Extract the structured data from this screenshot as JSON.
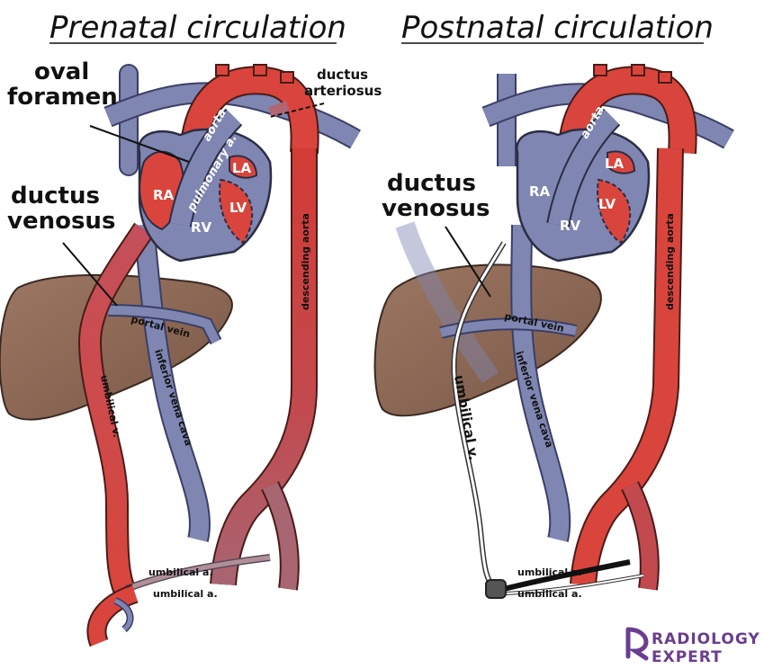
{
  "titles": {
    "prenatal": "Prenatal circulation",
    "postnatal": "Postnatal circulation"
  },
  "prenatal_labels": {
    "oval_foramen_1": "oval",
    "oval_foramen_2": "foramen",
    "ductus_arteriosus_1": "ductus",
    "ductus_arteriosus_2": "arteriosus",
    "ductus_venosus_1": "ductus",
    "ductus_venosus_2": "venosus",
    "ra": "RA",
    "rv": "RV",
    "la": "LA",
    "lv": "LV",
    "aorta": "aorta",
    "pulmonary": "pulmonary a.",
    "descending_aorta": "descending aorta",
    "portal_vein": "portal vein",
    "ivc": "inferior vena cava",
    "umbilical_v": "umbilical v.",
    "umbilical_a_1": "umbilical a.",
    "umbilical_a_2": "umbilical a."
  },
  "postnatal_labels": {
    "ductus_venosus_1": "ductus",
    "ductus_venosus_2": "venosus",
    "ra": "RA",
    "rv": "RV",
    "la": "LA",
    "lv": "LV",
    "aorta": "aorta",
    "descending_aorta": "descending aorta",
    "portal_vein": "portal vein",
    "ivc": "inferior vena cava",
    "umbilical_v": "umbilical v.",
    "umbilical_a_1": "umbilical a.",
    "umbilical_a_2": "umbilical a."
  },
  "brand": {
    "line1": "RADIOLOGY",
    "line2": "EXPERT"
  },
  "colors": {
    "arterial": "#d9453c",
    "venous": "#7f86b2",
    "liver": "#8f6a55",
    "mixed": "#b26572"
  },
  "icons": {
    "brand_logo": "radiology-expert-logo"
  }
}
